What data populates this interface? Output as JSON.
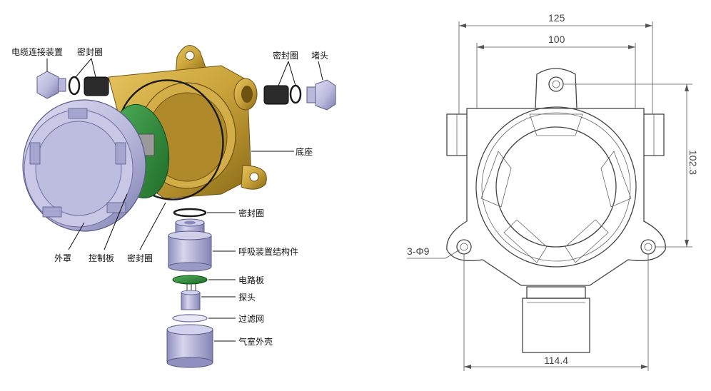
{
  "exploded_view": {
    "labels": {
      "cable_gland": "电缆连接装置",
      "seal_left": "密封圈",
      "seal_right": "密封圈",
      "plug": "堵头",
      "base": "底座",
      "seal_bottom": "密封圈",
      "breather": "呼吸装置结构件",
      "circuit_board": "电路板",
      "probe": "探头",
      "filter": "过滤网",
      "chamber_shell": "气室外壳",
      "cover": "外罩",
      "control_board": "控制板",
      "seal_cover": "密封圈"
    },
    "colors": {
      "brass": "#c9a23a",
      "brass_dark": "#8a6a17",
      "lavender": "#b9b9dc",
      "lavender_dark": "#6f6fa0",
      "pcb_green": "#2f8a3a",
      "seal_black": "#1a1a1a"
    }
  },
  "dimension_drawing": {
    "width_overall": "125",
    "width_inner": "100",
    "height": "102.3",
    "bottom_width": "114.4",
    "hole_callout": "3-Φ9"
  }
}
